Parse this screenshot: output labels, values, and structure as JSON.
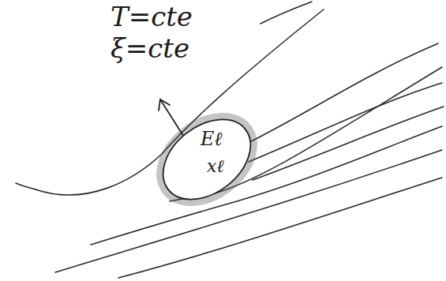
{
  "diagram": {
    "nodes": [
      {
        "text": [
          "Eℓ",
          "xℓ"
        ]
      }
    ],
    "labels": [
      "T=cte",
      "ξ=cte"
    ]
  }
}
